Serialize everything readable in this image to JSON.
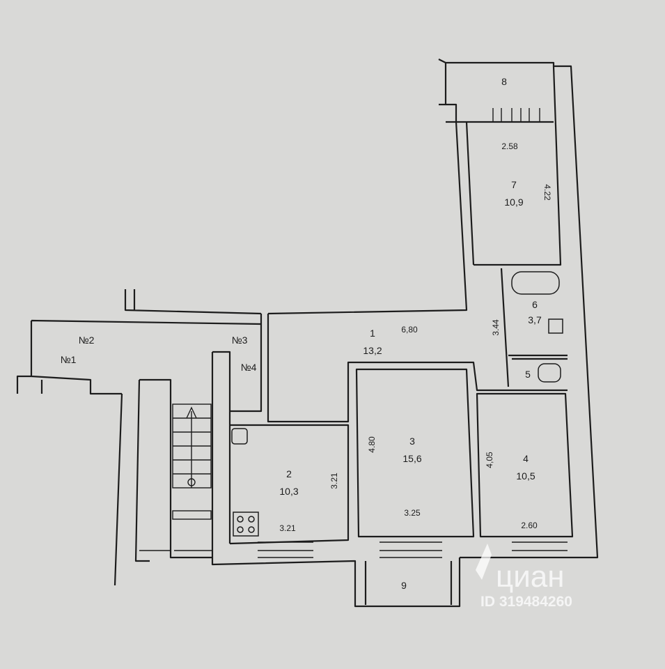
{
  "rooms": [
    {
      "id": "1",
      "area": "13,2",
      "dim": "6,80",
      "dim2": "3.44"
    },
    {
      "id": "2",
      "area": "10,3",
      "dim": "3.21",
      "dim2": "3.21"
    },
    {
      "id": "3",
      "area": "15,6",
      "dim": "4.80",
      "dim2": "3.25"
    },
    {
      "id": "4",
      "area": "10,5",
      "dim": "4,05",
      "dim2": "2.60"
    },
    {
      "id": "5"
    },
    {
      "id": "6",
      "area": "3,7"
    },
    {
      "id": "7",
      "area": "10,9",
      "dim": "2.58",
      "dim2": "4.22"
    },
    {
      "id": "8"
    },
    {
      "id": "9"
    }
  ],
  "marks": [
    "№1",
    "№2",
    "№3",
    "№4"
  ],
  "watermark": {
    "brand": "циан",
    "id_text": "ID 319484260"
  },
  "colors": {
    "paper": "#d9d9d7",
    "wall": "#1c1c1c",
    "watermark": "#ffffff"
  }
}
